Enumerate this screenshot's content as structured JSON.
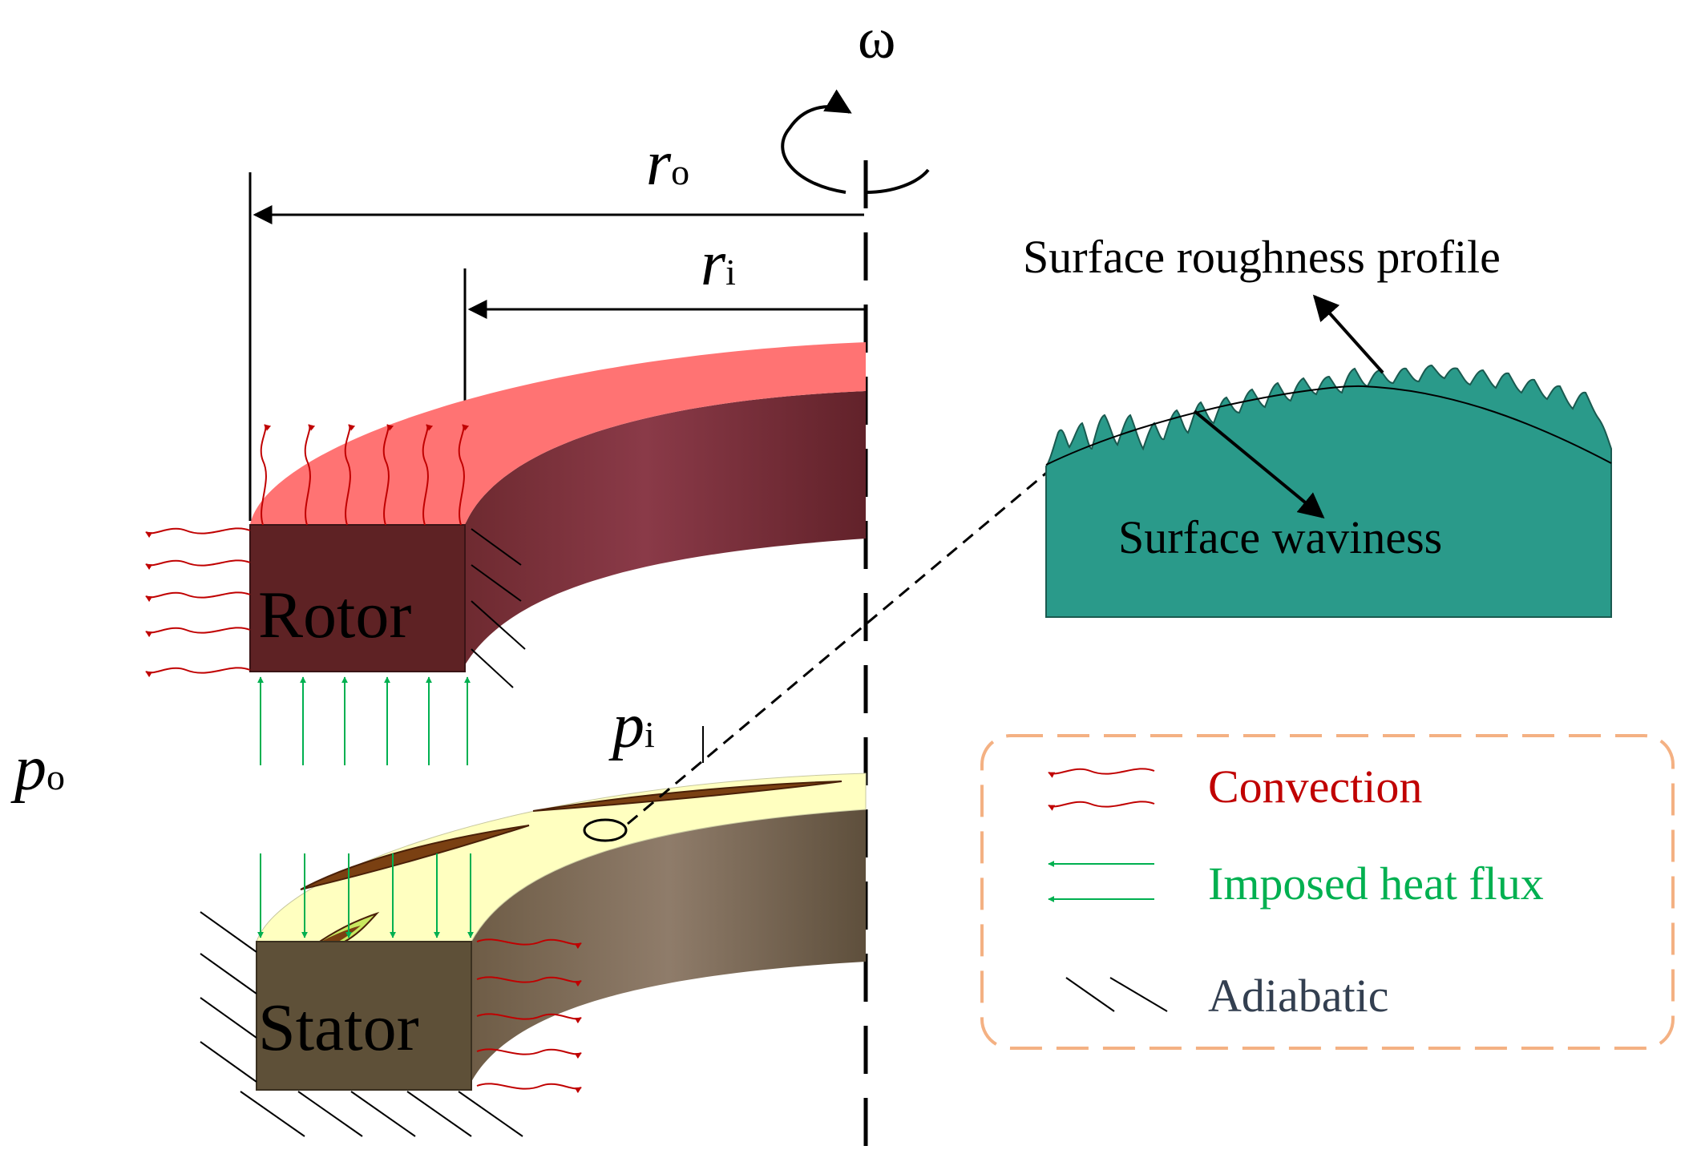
{
  "labels": {
    "omega": "ω",
    "r_outer_sym": "r",
    "r_outer_sub": "o",
    "r_inner_sym": "r",
    "r_inner_sub": "i",
    "p_outer_sym": "p",
    "p_outer_sub": "o",
    "p_inner_sym": "p",
    "p_inner_sub": "i",
    "rotor": "Rotor",
    "stator": "Stator",
    "roughness": "Surface roughness profile",
    "waviness": "Surface waviness"
  },
  "legend": {
    "convection": "Convection",
    "heat_flux": "Imposed heat flux",
    "adiabatic": "Adiabatic"
  },
  "colors": {
    "convection": "#c00000",
    "heat_flux": "#00b050",
    "adiabatic": "#333f50",
    "legend_border": "#f4b183",
    "rotor_top": "#ff7373",
    "rotor_face": "#5e2224",
    "stator_top": "#ffffc0",
    "stator_face": "#5e5038",
    "profile_fill": "#2a9a8a"
  }
}
